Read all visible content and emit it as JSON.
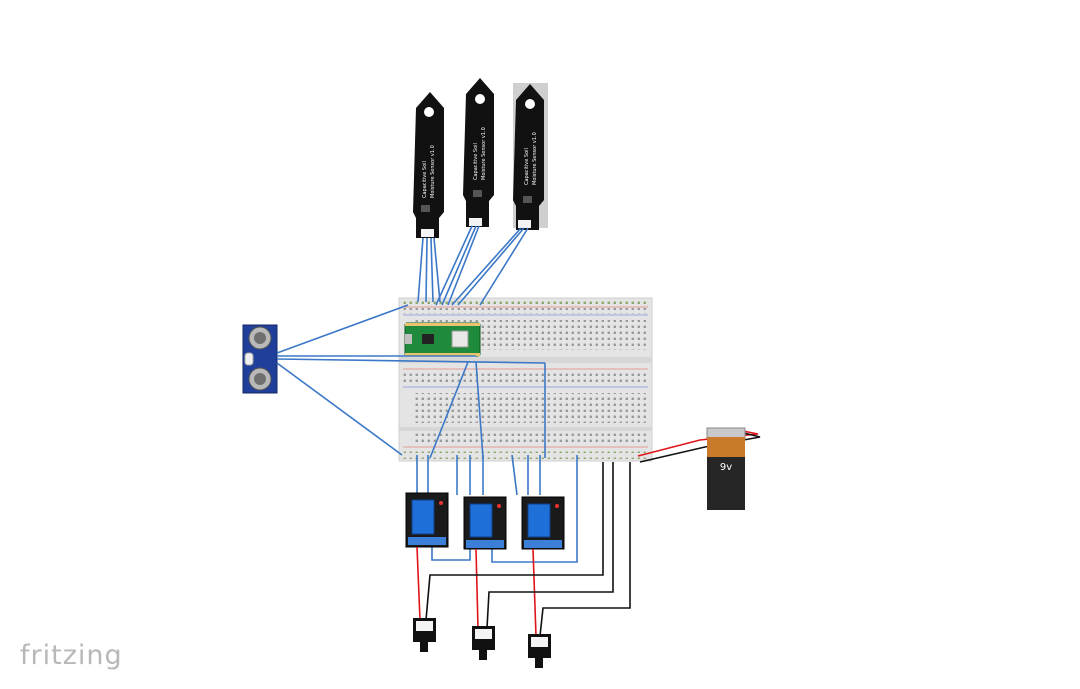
{
  "watermark": "fritzing",
  "sensors": [
    {
      "line1": "Capacitive Soil",
      "line2": "Moisture Sensor v1.0"
    },
    {
      "line1": "Capacitive Soil",
      "line2": "Moisture Sensor v1.0"
    },
    {
      "line1": "Capacitive Soil",
      "line2": "Moisture Sensor v1.0"
    }
  ],
  "battery": {
    "label": "9v"
  },
  "colors": {
    "wire_signal": "#3b78c7",
    "wire_power": "#e0141b",
    "wire_ground": "#111111",
    "breadboard": "#e3e3e3",
    "pico": "#1f8a3c",
    "relay_board": "#1a1a1a",
    "relay_module": "#1e6fd8",
    "ultrasonic": "#1f3f9a"
  }
}
